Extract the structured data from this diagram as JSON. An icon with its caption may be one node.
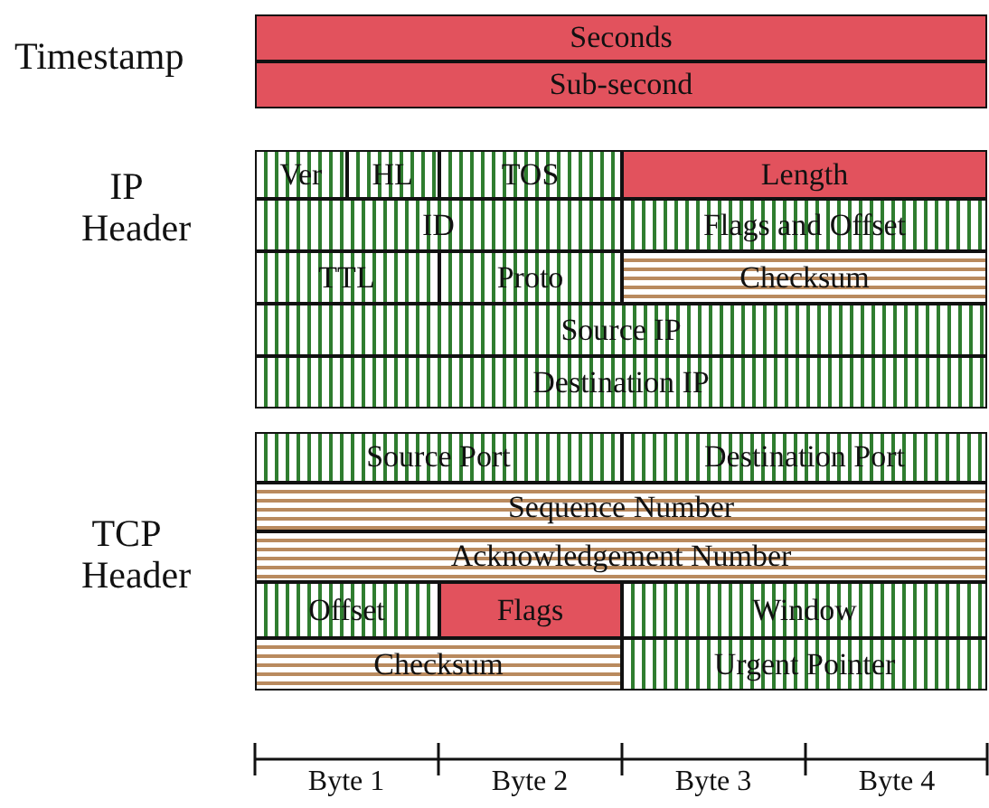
{
  "diagram": {
    "nodes": [
      {
        "text": [
          "Seconds"
        ]
      },
      {
        "text": [
          "Sub-second"
        ]
      },
      {
        "text": [
          "Ver"
        ]
      },
      {
        "text": [
          "HL"
        ]
      },
      {
        "text": [
          "TOS"
        ]
      },
      {
        "text": [
          "Length"
        ]
      },
      {
        "text": [
          "ID"
        ]
      },
      {
        "text": [
          "Flags and Offset"
        ]
      },
      {
        "text": [
          "TTL"
        ]
      },
      {
        "text": [
          "Proto"
        ]
      },
      {
        "text": [
          "Checksum"
        ]
      },
      {
        "text": [
          "Source IP"
        ]
      },
      {
        "text": [
          "Destination IP"
        ]
      },
      {
        "text": [
          "Source Port"
        ]
      },
      {
        "text": [
          "Destination Port"
        ]
      },
      {
        "text": [
          "Sequence Number"
        ]
      },
      {
        "text": [
          "Acknowledgement Number"
        ]
      },
      {
        "text": [
          "Offset"
        ]
      },
      {
        "text": [
          "Flags"
        ]
      },
      {
        "text": [
          "Window"
        ]
      },
      {
        "text": [
          "Checksum"
        ]
      },
      {
        "text": [
          "Urgent Pointer"
        ]
      }
    ],
    "labels": [
      "Timestamp",
      "IP Header",
      "TCP Header",
      "Byte 1",
      "Byte 2",
      "Byte 3",
      "Byte 4"
    ]
  }
}
